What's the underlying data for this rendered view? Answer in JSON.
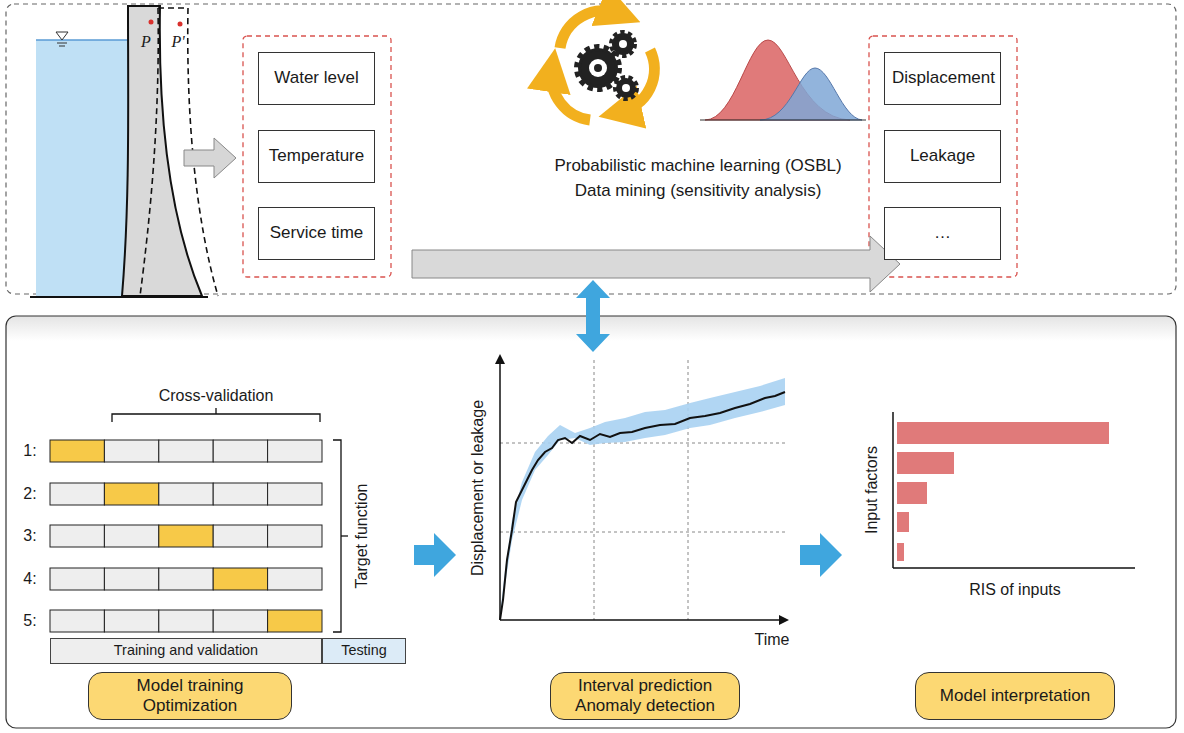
{
  "diagram": {
    "nodes": [
      {
        "text": [
          "Water level"
        ]
      },
      {
        "text": [
          "Temperature"
        ]
      },
      {
        "text": [
          "Service time"
        ]
      },
      {
        "text": [
          "Displacement"
        ]
      },
      {
        "text": [
          "Leakage"
        ]
      },
      {
        "text": [
          "…"
        ]
      },
      {
        "text": [
          "Training and validation"
        ]
      },
      {
        "text": [
          "Testing"
        ]
      },
      {
        "text": [
          "Model training Optimization"
        ]
      },
      {
        "text": [
          "Interval prediction Anomaly detection"
        ]
      },
      {
        "text": [
          "Model interpretation"
        ]
      }
    ],
    "labels": [
      "P",
      "P'",
      "Probabilistic machine learning (OSBL)",
      "Data mining (sensitivity analysis)",
      "Cross-validation",
      "1:",
      "2:",
      "3:",
      "4:",
      "5:",
      "Target function",
      "Displacement or leakage",
      "Time",
      "Input factors",
      "RIS of inputs"
    ]
  }
}
